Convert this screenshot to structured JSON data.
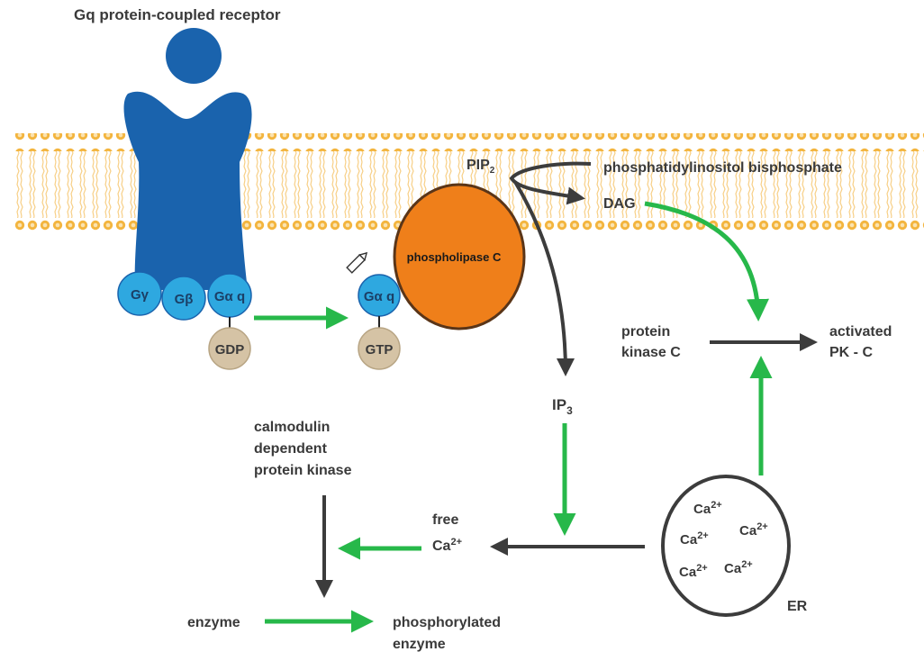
{
  "title": "Gq protein-coupled receptor",
  "colors": {
    "membrane": "#f3b53f",
    "receptor": "#1a63ad",
    "subunit": "#2ea8e0",
    "nucleotide": "#d5c3a5",
    "enzyme": "#ef7f1a",
    "green_arrow": "#27b84a",
    "dark_arrow": "#3c3c3c",
    "text": "#3a3a3a"
  },
  "subunits": {
    "gamma": "Gγ",
    "beta": "Gβ",
    "alpha_q": "Gα q",
    "alpha_q_active": "Gα q"
  },
  "nucleotides": {
    "gdp": "GDP",
    "gtp": "GTP"
  },
  "enzyme": "phospholipase C",
  "pip2": {
    "base": "PIP",
    "sub": "2"
  },
  "pip2_full": "phosphatidylinositol bisphosphate",
  "dag": "DAG",
  "ip3": {
    "base": "IP",
    "sub": "3"
  },
  "pkc": {
    "line1": "protein",
    "line2": "kinase C"
  },
  "activated_pkc": {
    "line1": "activated",
    "line2": "PK - C"
  },
  "calmodulin": {
    "line1": "calmodulin",
    "line2": "dependent",
    "line3": "protein kinase"
  },
  "free_ca": {
    "line1": "free",
    "base": "Ca",
    "sup": "2+"
  },
  "er_calcium": {
    "base": "Ca",
    "sup": "2+"
  },
  "er": "ER",
  "enzyme_substrate": "enzyme",
  "phosphorylated": {
    "line1": "phosphorylated",
    "line2": "enzyme"
  },
  "icons": {
    "edit": "pencil-icon"
  }
}
